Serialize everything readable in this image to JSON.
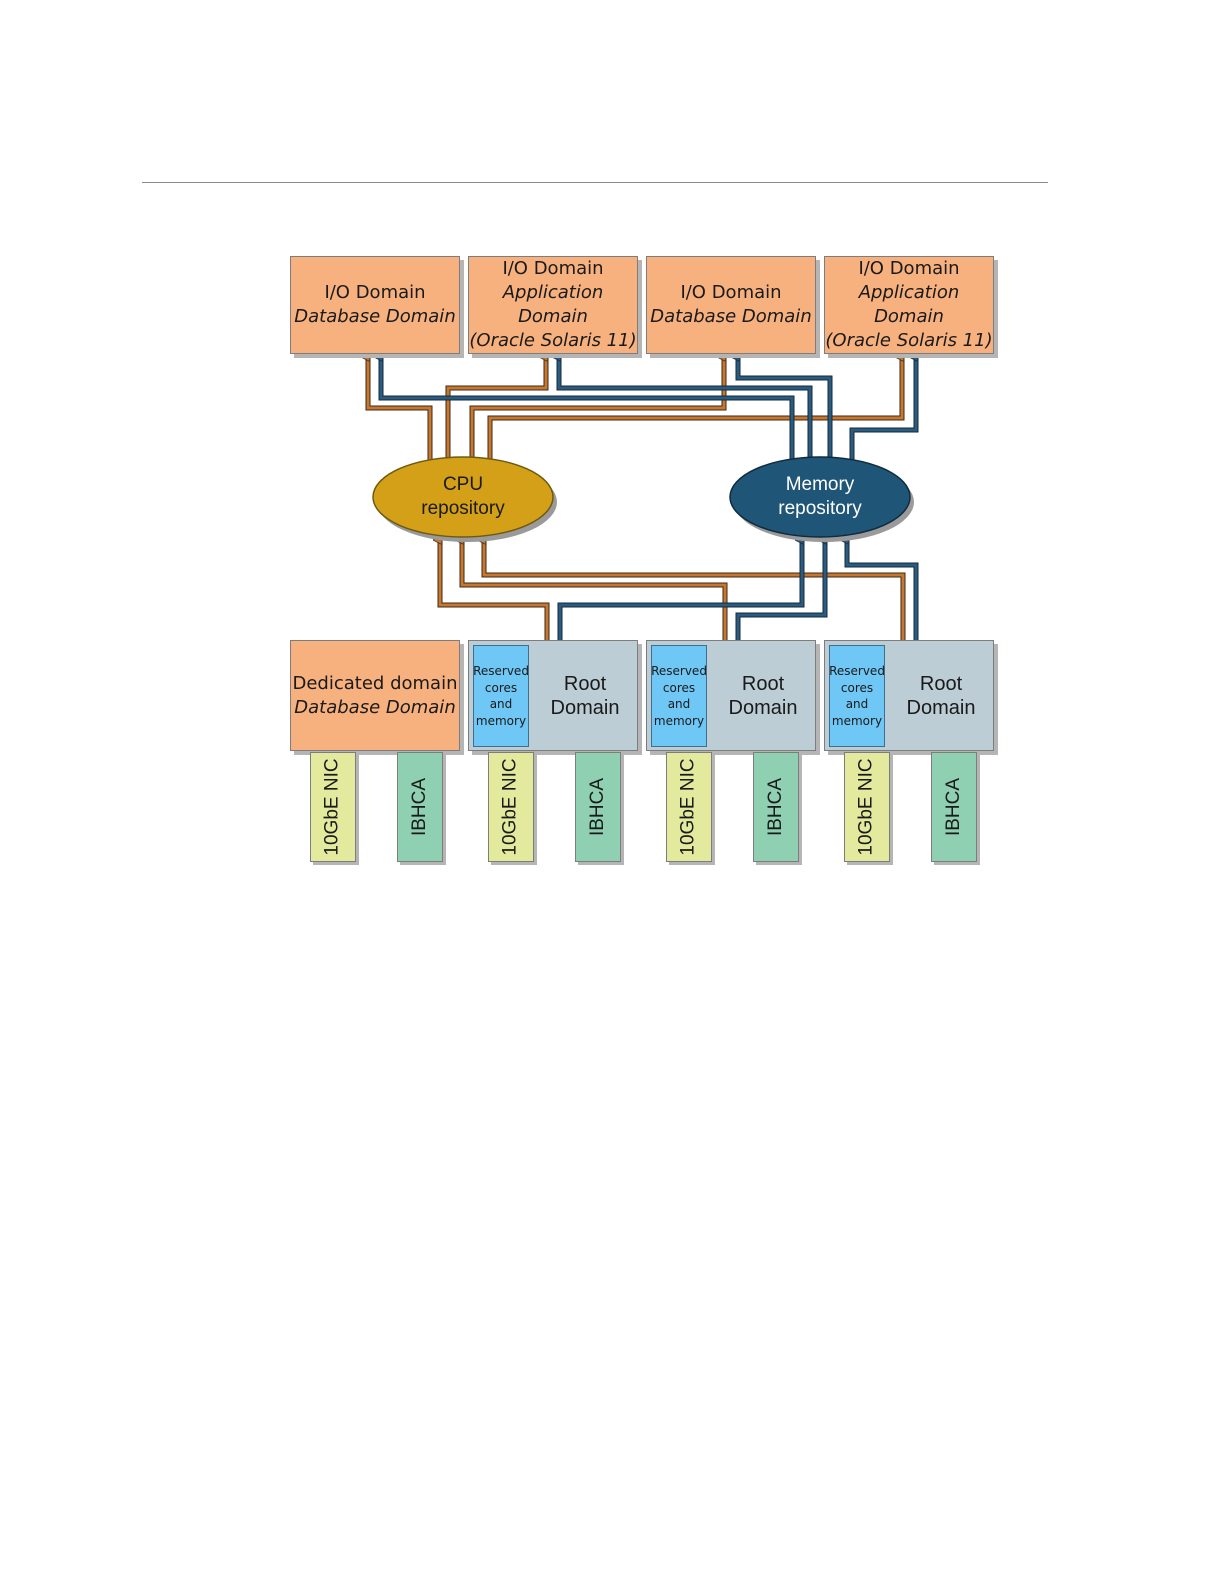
{
  "top_domains": [
    {
      "line1": "I/O Domain",
      "line2": "Database Domain",
      "line3": ""
    },
    {
      "line1": "I/O Domain",
      "line2": "Application Domain",
      "line3": "(Oracle Solaris 11)"
    },
    {
      "line1": "I/O Domain",
      "line2": "Database Domain",
      "line3": ""
    },
    {
      "line1": "I/O Domain",
      "line2": "Application Domain",
      "line3": "(Oracle Solaris 11)"
    }
  ],
  "repositories": {
    "cpu": {
      "line1": "CPU",
      "line2": "repository",
      "color": "#d4a017"
    },
    "memory": {
      "line1": "Memory",
      "line2": "repository",
      "color": "#1f5577"
    }
  },
  "dedicated": {
    "line1": "Dedicated domain",
    "line2": "Database Domain"
  },
  "root_domains": [
    {
      "reserved": [
        "Reserved",
        "cores",
        "and",
        "memory"
      ],
      "label1": "Root",
      "label2": "Domain"
    },
    {
      "reserved": [
        "Reserved",
        "cores",
        "and",
        "memory"
      ],
      "label1": "Root",
      "label2": "Domain"
    },
    {
      "reserved": [
        "Reserved",
        "cores",
        "and",
        "memory"
      ],
      "label1": "Root",
      "label2": "Domain"
    }
  ],
  "cards": [
    {
      "label": "10GbE NIC",
      "kind": "nic"
    },
    {
      "label": "IBHCA",
      "kind": "ib"
    },
    {
      "label": "10GbE NIC",
      "kind": "nic"
    },
    {
      "label": "IBHCA",
      "kind": "ib"
    },
    {
      "label": "10GbE NIC",
      "kind": "nic"
    },
    {
      "label": "IBHCA",
      "kind": "ib"
    },
    {
      "label": "10GbE NIC",
      "kind": "nic"
    },
    {
      "label": "IBHCA",
      "kind": "ib"
    }
  ],
  "colors": {
    "cpu_wire": "#c8782e",
    "memory_wire": "#2b5c80",
    "domain_fill": "#f6b17f",
    "root_fill": "#bccdd6"
  }
}
